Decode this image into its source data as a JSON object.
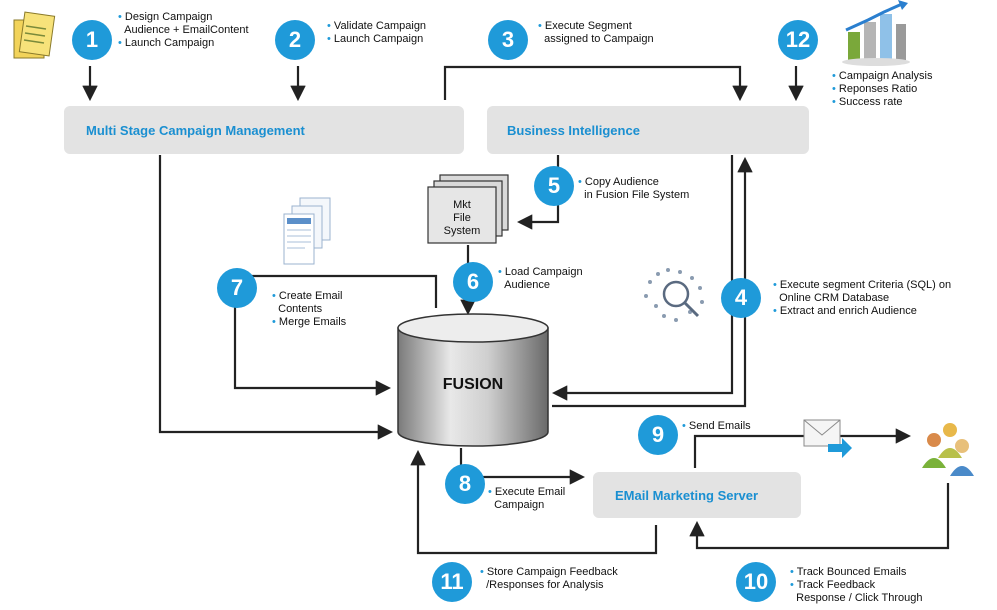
{
  "boxes": {
    "mscm": "Multi Stage Campaign Management",
    "bi": "Business Intelligence",
    "ems": "EMail Marketing Server",
    "fusion": "FUSION",
    "mkt_fs": [
      "Mkt",
      "File",
      "System"
    ]
  },
  "steps": {
    "s1": {
      "num": "1",
      "lines": [
        "Design Campaign",
        "Audience + EmailContent",
        "Launch Campaign"
      ]
    },
    "s2": {
      "num": "2",
      "lines": [
        "Validate Campaign",
        "Launch  Campaign"
      ]
    },
    "s3": {
      "num": "3",
      "lines": [
        "Execute Segment",
        "assigned to Campaign"
      ]
    },
    "s4": {
      "num": "4",
      "lines": [
        "Execute segment Criteria (SQL) on",
        "Online CRM Database",
        "Extract and enrich Audience"
      ]
    },
    "s5": {
      "num": "5",
      "lines": [
        "Copy Audience",
        "in Fusion File System"
      ]
    },
    "s6": {
      "num": "6",
      "lines": [
        "Load Campaign",
        "Audience"
      ]
    },
    "s7": {
      "num": "7",
      "lines": [
        "Create Email",
        "Contents",
        "Merge Emails"
      ]
    },
    "s8": {
      "num": "8",
      "lines": [
        "Execute Email",
        "Campaign"
      ]
    },
    "s9": {
      "num": "9",
      "lines": [
        "Send Emails"
      ]
    },
    "s10": {
      "num": "10",
      "lines": [
        "Track Bounced Emails",
        "Track Feedback",
        "Response / Click Through"
      ]
    },
    "s11": {
      "num": "11",
      "lines": [
        "Store Campaign Feedback",
        "/Responses for Analysis"
      ]
    },
    "s12": {
      "num": "12",
      "lines": [
        "Campaign Analysis",
        "Reponses Ratio",
        "Success rate"
      ]
    }
  },
  "colors": {
    "accent": "#1f9ad9",
    "box": "#e3e3e3",
    "arrow": "#222222"
  },
  "icons": [
    "notepad-icon",
    "bar-chart-icon",
    "documents-icon",
    "magnifier-icon",
    "envelope-icon",
    "users-icon"
  ]
}
